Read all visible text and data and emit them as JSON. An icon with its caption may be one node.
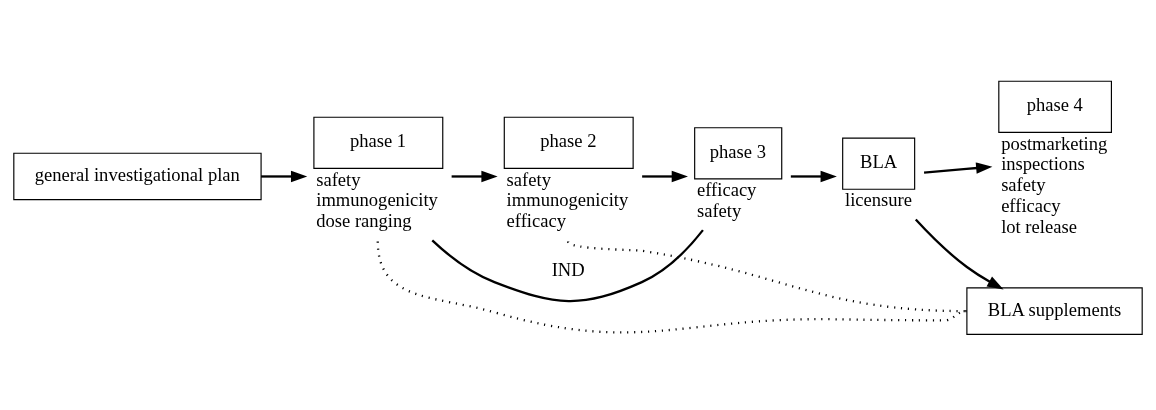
{
  "diagram": {
    "nodes": [
      {
        "text": [
          "general investigational plan"
        ]
      },
      {
        "text": [
          "phase 1"
        ],
        "beside": [
          "safety",
          "immunogenicity",
          "dose ranging"
        ]
      },
      {
        "text": [
          "phase 2"
        ],
        "beside": [
          "safety",
          "immunogenicity",
          "efficacy"
        ]
      },
      {
        "text": [
          "phase 3"
        ],
        "beside": [
          "efficacy",
          "safety"
        ]
      },
      {
        "text": [
          "BLA"
        ],
        "beside": [
          "licensure"
        ]
      },
      {
        "text": [
          "phase 4"
        ],
        "beside": [
          "postmarketing",
          "inspections",
          "safety",
          "efficacy",
          "lot release"
        ]
      },
      {
        "text": [
          "BLA supplements"
        ]
      }
    ],
    "edges": [
      {
        "from": 0,
        "to": 1,
        "arrow": "to"
      },
      {
        "from": 1,
        "to": 2,
        "arrow": "to"
      },
      {
        "from": 2,
        "to": 3,
        "arrow": "to"
      },
      {
        "from": 3,
        "to": 4,
        "arrow": "to"
      },
      {
        "from": 4,
        "to": 5,
        "arrow": "to"
      },
      {
        "from": 4,
        "to": 6,
        "arrow": "to"
      },
      {
        "from": 1,
        "to": 3,
        "arrow": "none",
        "label": "IND"
      },
      {
        "from": 1,
        "to": 6,
        "arrow": "none",
        "style": "dashed"
      },
      {
        "from": 2,
        "to": 6,
        "arrow": "none",
        "style": "dashed"
      }
    ]
  }
}
